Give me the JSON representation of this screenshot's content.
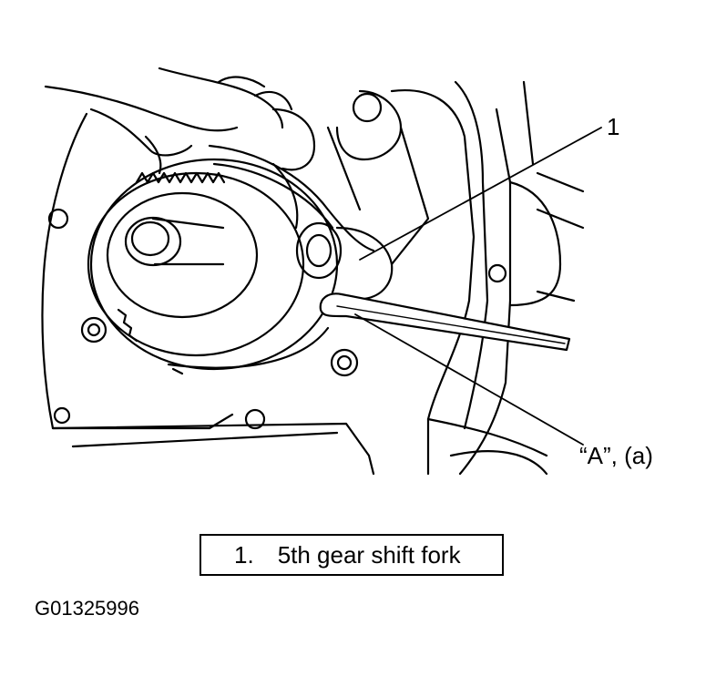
{
  "callouts": {
    "part_1": "1",
    "point_a": "“A”, (a)"
  },
  "legend": {
    "number": "1.",
    "text": "5th gear shift fork"
  },
  "figure_id": "G01325996"
}
